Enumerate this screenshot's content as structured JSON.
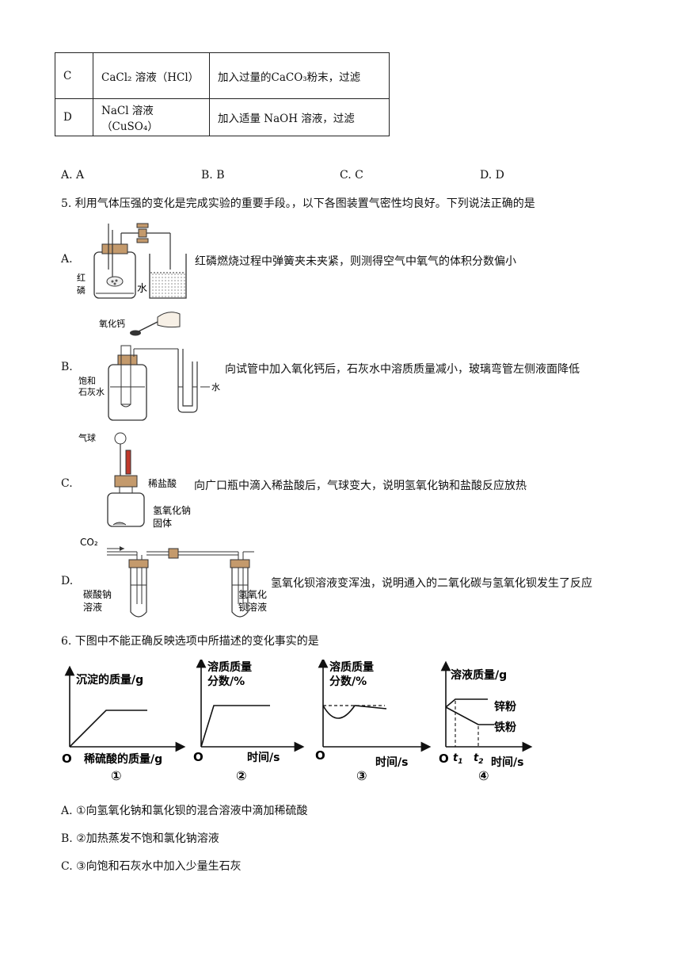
{
  "table": {
    "rows": [
      {
        "letter": "C",
        "substance": "CaCl₂ 溶液（HCl）",
        "method": "加入过量的CaCO₃粉末，过滤"
      },
      {
        "letter": "D",
        "substance": "NaCl 溶液（CuSO₄）",
        "method": "加入适量 NaOH 溶液，过滤"
      }
    ]
  },
  "q4_answers": [
    "A. A",
    "B. B",
    "C. C",
    "D. D"
  ],
  "q5": {
    "stem": "5. 利用气体压强的变化是完成实验的重要手段。，以下各图装置气密性均良好。下列说法正确的是",
    "options": [
      {
        "letter": "A.",
        "text": "红磷燃烧过程中弹簧夹未夹紧，则测得空气中氧气的体积分数偏小",
        "labels": [
          "红",
          "磷",
          "水"
        ]
      },
      {
        "letter": "B.",
        "text": "向试管中加入氧化钙后，石灰水中溶质质量减小，玻璃弯管左侧液面降低",
        "labels": [
          "氧化钙",
          "饱和",
          "石灰水",
          "水"
        ]
      },
      {
        "letter": "C.",
        "text": "向广口瓶中滴入稀盐酸后，气球变大，说明氢氧化钠和盐酸反应放热",
        "labels": [
          "气球",
          "稀盐酸",
          "氢氧化钠",
          "固体"
        ]
      },
      {
        "letter": "D.",
        "text": "氢氧化钡溶液变浑浊，说明通入的二氧化碳与氢氧化钡发生了反应",
        "labels": [
          "CO₂",
          "碳酸钠",
          "溶液",
          "氢氧化",
          "钡溶液"
        ]
      }
    ]
  },
  "q6": {
    "stem": "6. 下图中不能正确反映选项中所描述的变化事实的是",
    "graphs": [
      {
        "ylabel": "沉淀的质量/g",
        "xlabel": "稀硫酸的质量/g",
        "origin": "O",
        "num": "①"
      },
      {
        "ylabel1": "溶质质量",
        "ylabel2": "分数/%",
        "xlabel": "时间/s",
        "origin": "O",
        "num": "②"
      },
      {
        "ylabel1": "溶质质量",
        "ylabel2": "分数/%",
        "xlabel": "时间/s",
        "origin": "O",
        "num": "③"
      },
      {
        "ylabel": "溶液质量/g",
        "xlabel": "时间/s",
        "origin": "O",
        "t1": "t",
        "t1sub": "1",
        "t2": "t",
        "t2sub": "2",
        "zinc": "锌粉",
        "iron": "铁粉",
        "num": "④"
      }
    ],
    "options": [
      "A. ①向氢氧化钠和氯化钡的混合溶液中滴加稀硫酸",
      "B. ②加热蒸发不饱和氯化钠溶液",
      "C. ③向饱和石灰水中加入少量生石灰"
    ]
  }
}
